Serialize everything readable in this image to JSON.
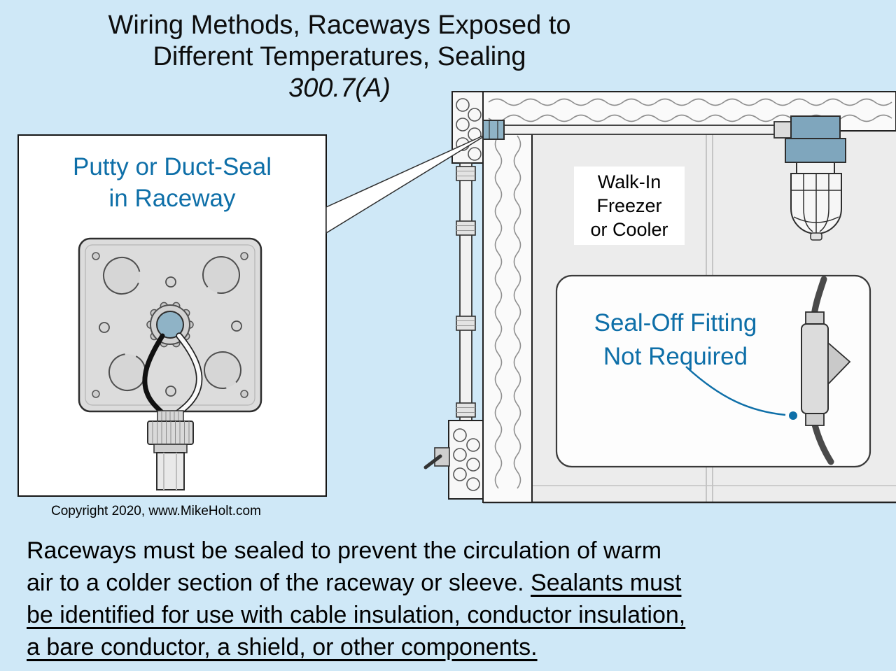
{
  "colors": {
    "background": "#cfe8f7",
    "accent_blue": "#0e6fa8",
    "putty_blue": "#8fb3c6",
    "fixture_blue": "#7fa6bd"
  },
  "title": {
    "line1": "Wiring Methods, Raceways Exposed to",
    "line2": "Different Temperatures, Sealing",
    "code": "300.7(A)"
  },
  "putty_panel": {
    "caption_line1": "Putty or Duct-Seal",
    "caption_line2": "in Raceway"
  },
  "freezer_label": {
    "line1": "Walk-In",
    "line2": "Freezer",
    "line3": "or Cooler"
  },
  "seal_off_callout": {
    "line1": "Seal-Off Fitting",
    "line2": "Not Required"
  },
  "copyright": "Copyright 2020, www.MikeHolt.com",
  "body_text": {
    "lines": [
      {
        "normal": "Raceways must be sealed to prevent the circulation of warm",
        "underlined": ""
      },
      {
        "normal": "air to a colder section of the raceway or sleeve. ",
        "underlined": "Sealants must"
      },
      {
        "normal": "",
        "underlined": "be identified for use with cable insulation, conductor insulation,"
      },
      {
        "normal": "",
        "underlined": "a bare conductor, a shield, or other components."
      }
    ]
  }
}
